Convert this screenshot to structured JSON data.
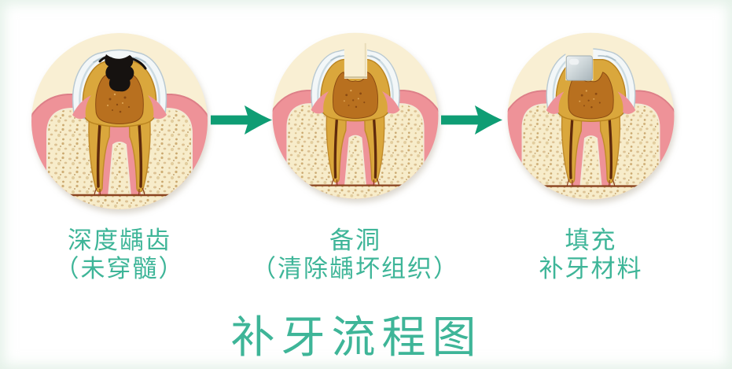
{
  "diagram": {
    "title": "补牙流程图",
    "steps": [
      {
        "label_line1": "深度龋齿",
        "label_line2": "（未穿髓）",
        "illustration": "tooth-with-deep-caries"
      },
      {
        "label_line1": "备洞",
        "label_line2": "（清除龋坏组织）",
        "illustration": "tooth-with-prepared-cavity"
      },
      {
        "label_line1": "填充",
        "label_line2": "补牙材料",
        "illustration": "tooth-with-filling"
      }
    ],
    "connectors": [
      "arrow-right",
      "arrow-right"
    ]
  },
  "colors": {
    "page_background": "#ffffff",
    "label_text": "#3eb598",
    "arrow": "#0f9d74",
    "circle_background": "#f9efd3",
    "gum_pink": "#ee9298",
    "bone_cream": "#f7ecca",
    "dentin_gold": "#daa73c",
    "pulp_orange": "#b8701f",
    "enamel_white": "#f3f7f8",
    "caries_black": "#161210",
    "filling_silver": "#ccd5d8"
  }
}
